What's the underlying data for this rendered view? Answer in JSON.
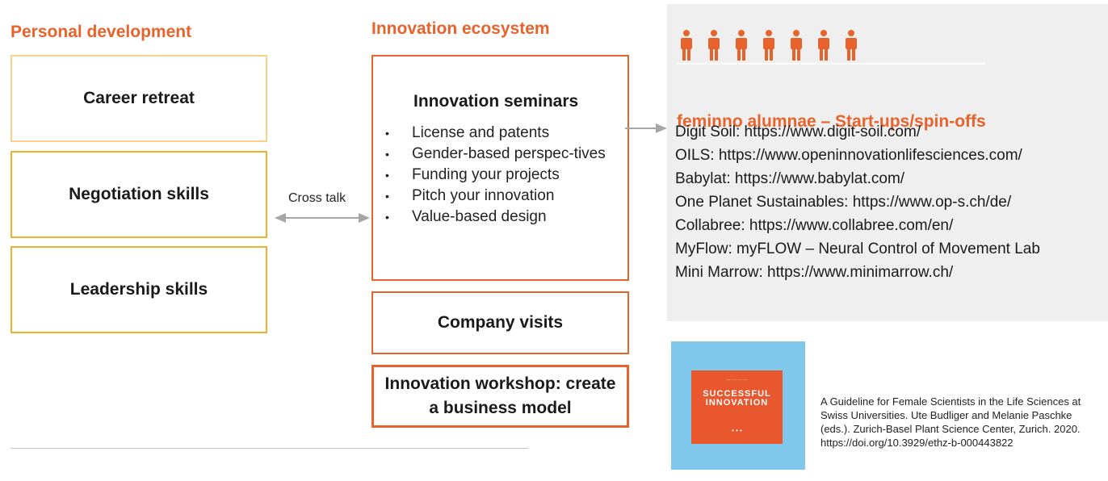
{
  "colors": {
    "accent": "#e8632b",
    "amber": "#f3b030",
    "light_amber": "#fcd088",
    "panel": "#efefef",
    "book_bg": "#7fc8ec"
  },
  "personal": {
    "heading": "Personal development",
    "boxes": [
      "Career retreat",
      "Negotiation skills",
      "Leadership skills"
    ]
  },
  "cross_talk": {
    "label": "Cross talk"
  },
  "ecosystem": {
    "heading": "Innovation ecosystem",
    "seminars": {
      "title": "Innovation seminars",
      "items": [
        "License and patents",
        "Gender-based perspec-tives",
        "Funding your projects",
        "Pitch your innovation",
        "Value-based design"
      ]
    },
    "company_visits": "Company visits",
    "workshop": "Innovation workshop: create a business model"
  },
  "alumnae": {
    "icon": "person-icon",
    "count": 7,
    "title": "feminno alumnae – Start-ups/spin-offs",
    "items": [
      "Digit Soil: https://www.digit-soil.com/",
      "OILS: https://www.openinnovationlifesciences.com/",
      "Babylat: https://www.babylat.com/",
      "One Planet Sustainables: https://www.op-s.ch/de/",
      "Collabree: https://www.collabree.com/en/",
      "MyFlow: myFLOW – Neural Control of Movement Lab",
      "Mini Marrow: https://www.minimarrow.ch/"
    ]
  },
  "book": {
    "title": "SUCCESSFUL INNOVATION"
  },
  "citation": "A Guideline for Female Scientists in the Life Sciences at Swiss Universities. Ute Budliger and Melanie Paschke (eds.). Zurich-Basel Plant Science Center, Zurich. 2020. https://doi.org/10.3929/ethz-b-000443822"
}
